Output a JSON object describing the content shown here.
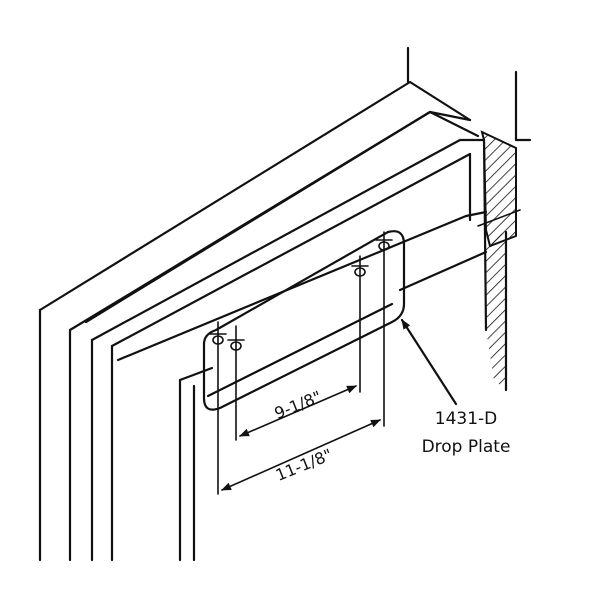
{
  "diagram": {
    "dimension_inner": "9-1/8\"",
    "dimension_outer": "11-1/8\"",
    "part_label_line1": "1431-D",
    "part_label_line2": "Drop Plate",
    "colors": {
      "ink": "#111111",
      "background": "#ffffff"
    }
  }
}
